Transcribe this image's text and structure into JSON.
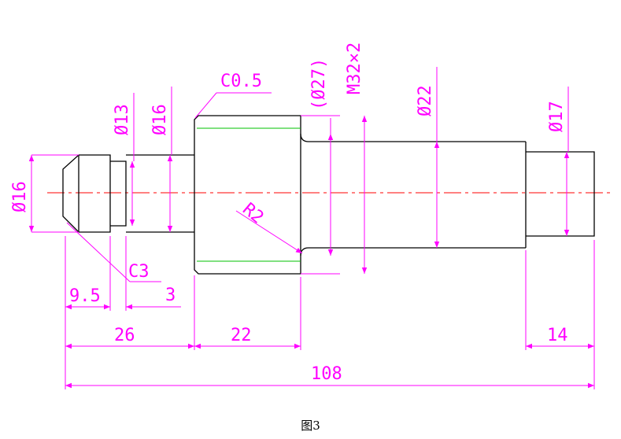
{
  "colors": {
    "outline": "#000000",
    "dimension": "#ff00ff",
    "centerline": "#ff0000",
    "thread": "#00c000"
  },
  "labels": {
    "d16_left": "Ø16",
    "d13": "Ø13",
    "d16_mid": "Ø16",
    "c05": "C0.5",
    "d27": "(Ø27)",
    "m32": "M32×2",
    "d22": "Ø22",
    "d17": "Ø17",
    "r2": "R2",
    "c3": "C3",
    "l3": "3",
    "l95": "9.5",
    "l26": "26",
    "l22": "22",
    "l14": "14",
    "l108": "108"
  },
  "caption": "图3"
}
